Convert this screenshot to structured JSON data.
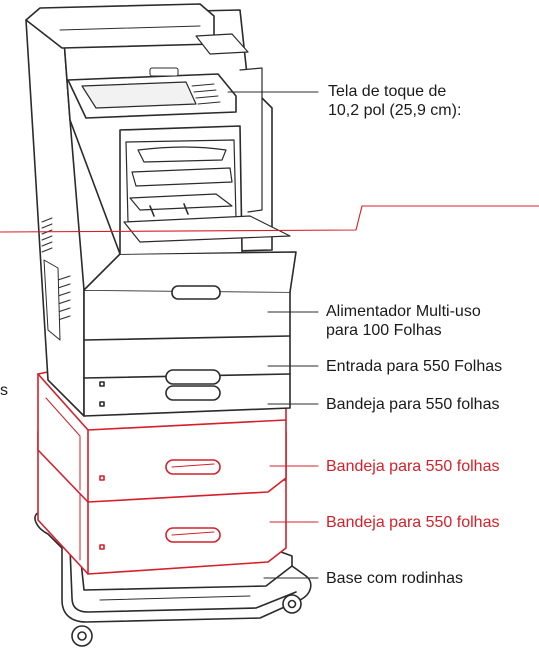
{
  "labels": {
    "touchscreen": "Tela de toque de\n10,2 pol (25,9 cm):",
    "multipurpose_feeder": "Alimentador Multi-uso\npara 100 Folhas",
    "input_550": "Entrada para 550 Folhas",
    "tray_550_standard": "Bandeja para 550 folhas",
    "tray_550_optional_1": "Bandeja para 550 folhas",
    "tray_550_optional_2": "Bandeja para 550 folhas",
    "caster_base": "Base com rodinhas",
    "left_fragment": "s"
  },
  "colors": {
    "outline": "#2b2b2b",
    "optional_highlight": "#d4202a",
    "text": "#1a1a1a"
  }
}
